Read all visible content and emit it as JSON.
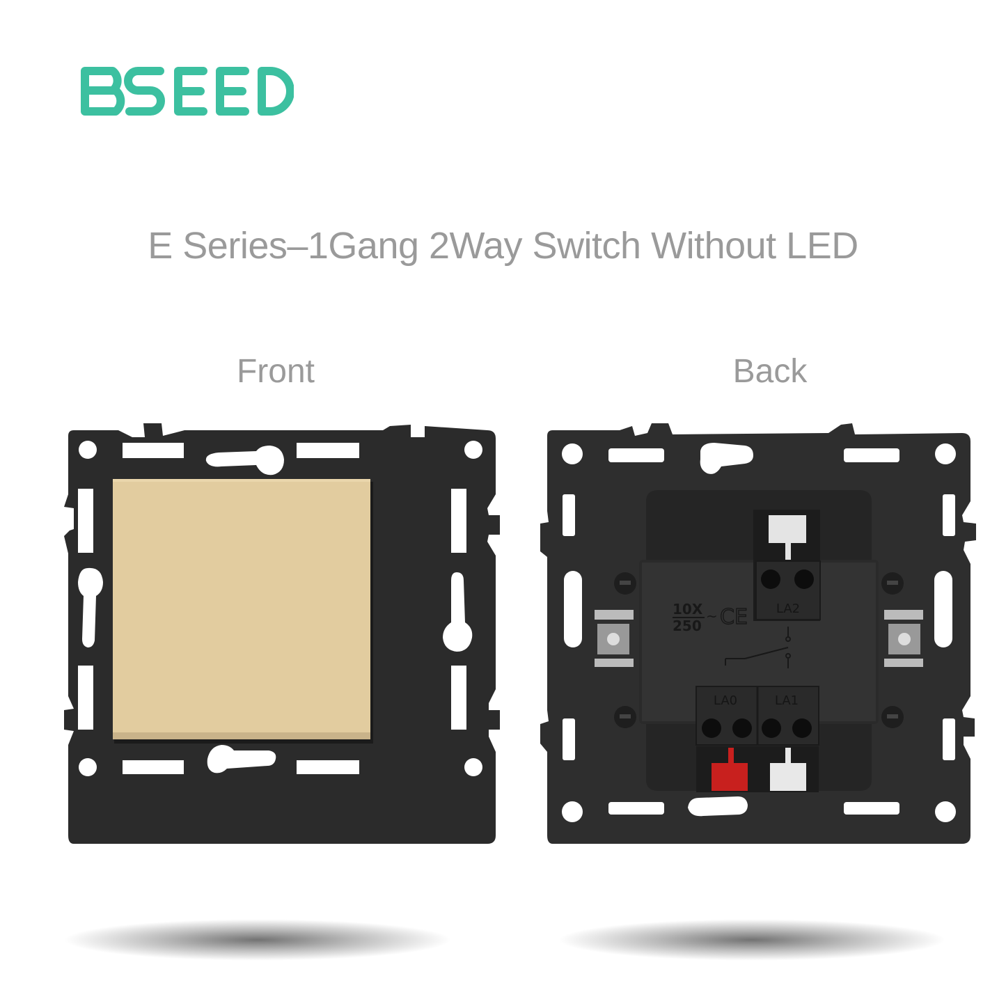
{
  "brand": {
    "logo_text": "BSEED",
    "color": "#3cc0a0"
  },
  "title": "E Series–1Gang 2Way Switch Without LED",
  "views": {
    "front": {
      "label": "Front",
      "panel_color": "#e2cc9f",
      "frame_color": "#2b2b2b"
    },
    "back": {
      "label": "Back",
      "frame_color": "#2e2e2e",
      "rating_top": "10X",
      "rating_bottom": "250",
      "rating_suffix": "~",
      "certification": "CE",
      "terminals": [
        "LA2",
        "LA0",
        "LA1"
      ],
      "release_tab_colors": {
        "red": "#c8201e",
        "white": "#e8e8e8"
      }
    }
  },
  "text_color": "#9a9a9a"
}
